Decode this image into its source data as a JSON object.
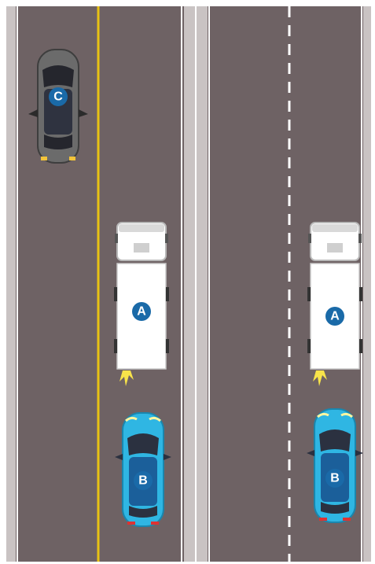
{
  "scenes": [
    {
      "id": "left",
      "divider": "solid-yellow",
      "vehicles": [
        {
          "type": "car",
          "label": "C",
          "color": "gray"
        },
        {
          "type": "truck",
          "label": "A",
          "color": "white"
        },
        {
          "type": "car",
          "label": "B",
          "color": "blue"
        }
      ]
    },
    {
      "id": "right",
      "divider": "dashed-white",
      "vehicles": [
        {
          "type": "truck",
          "label": "A",
          "color": "white"
        },
        {
          "type": "car",
          "label": "B",
          "color": "blue"
        }
      ]
    }
  ],
  "colors": {
    "road": "#6e6264",
    "shoulder": "#c9c3c3",
    "yellow_line": "#e8c214",
    "white_line": "#ffffff",
    "badge": "#1a6aa8",
    "car_blue": "#2fb6e3",
    "car_gray": "#6b6b6b",
    "truck": "#ffffff"
  }
}
